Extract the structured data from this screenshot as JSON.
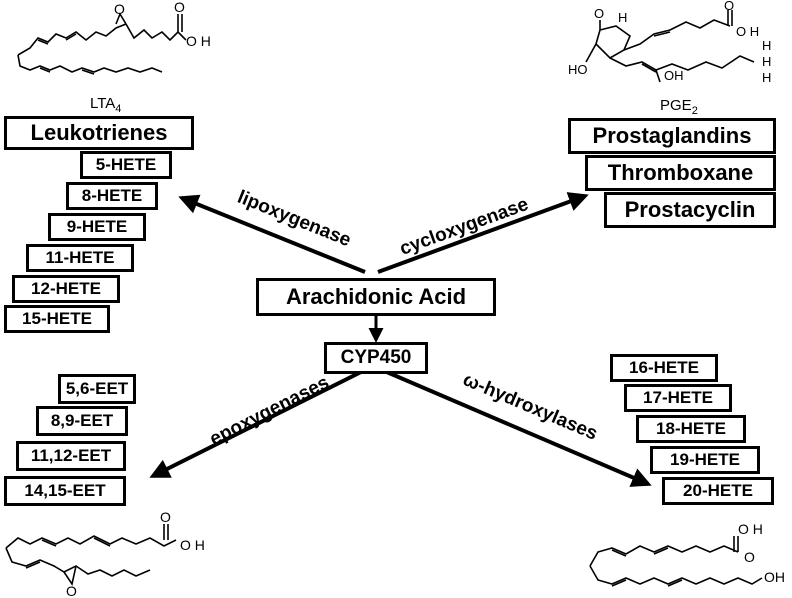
{
  "center": {
    "substrate": "Arachidonic Acid",
    "cyp": "CYP450"
  },
  "enzymes": {
    "lipoxygenase": "lipoxygenase",
    "cycloxygenase": "cycloxygenase",
    "epoxygenases": "epoxygenases",
    "omega_hydroxylases": "ω-hydroxylases"
  },
  "lipoxygenase_products": {
    "structure_label": {
      "main": "LTA",
      "sub": "4"
    },
    "main": "Leukotrienes",
    "hetes": [
      "5-HETE",
      "8-HETE",
      "9-HETE",
      "11-HETE",
      "12-HETE",
      "15-HETE"
    ]
  },
  "cycloxygenase_products": {
    "structure_label": {
      "main": "PGE",
      "sub": "2"
    },
    "items": [
      "Prostaglandins",
      "Thromboxane",
      "Prostacyclin"
    ]
  },
  "epoxygenase_products": {
    "items": [
      "5,6-EET",
      "8,9-EET",
      "11,12-EET",
      "14,15-EET"
    ]
  },
  "hydroxylase_products": {
    "items": [
      "16-HETE",
      "17-HETE",
      "18-HETE",
      "19-HETE",
      "20-HETE"
    ]
  },
  "structure_atoms": {
    "lta4": {
      "acid_o": "O",
      "acid_oh": "O H",
      "epoxide_o": "O"
    },
    "pge2": {
      "ketone_o": "O",
      "acid_o": "O",
      "acid_oh": "O H",
      "h": "H",
      "ho": "HO",
      "oh": "OH"
    },
    "eet": {
      "acid_o": "O",
      "acid_oh": "O H",
      "epoxide_o": "O"
    },
    "hete20": {
      "acid_oh": "O H",
      "acid_o": "O",
      "terminal_oh": "OH"
    }
  }
}
